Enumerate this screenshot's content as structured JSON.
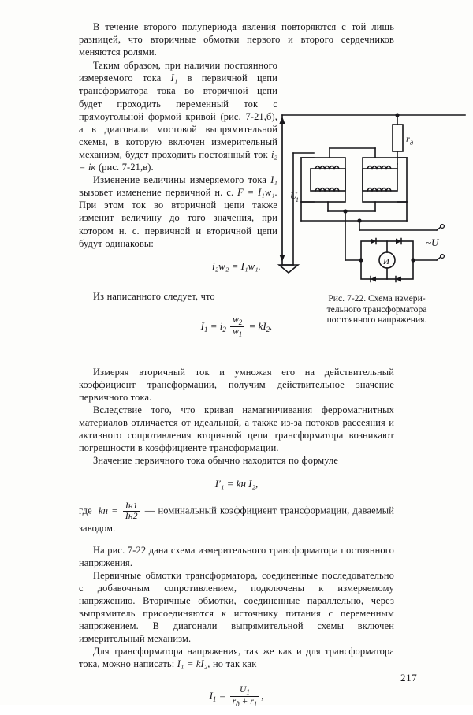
{
  "document": {
    "language": "ru",
    "page_number": "217"
  },
  "body": {
    "p1": "В течение второго полупериода явления повторяются с той лишь разницей, что вторичные обмотки первого и второго сердечников меняются ролями.",
    "p2_a": "Таким образом, при наличии постоянного измеряемого тока",
    "p2_b": "в первичной цепи трансформатора тока во вторичной цепи будет проходить переменный ток с прямоугольной формой кривой (рис. 7-21,б), а в диагонали мостовой выпрямительной схемы, в которую включен измерительный механизм, будет проходить постоянный ток",
    "p2_c": "(рис. 7-21,в).",
    "p3_a": "Изменение величины измеряемого тока",
    "p3_b": "вызовет изменение первичной н. с.",
    "p3_c": "При этом ток во вторичной цепи также изменит величину до того значения, при котором н. с. первичной и вторичной цепи будут одинаковы:",
    "p4": "Из написанного следует, что",
    "p5": "Измеряя вторичный ток и умножая его на действительный коэффициент трансформации, получим действительное значение первичного тока.",
    "p6": "Вследствие того, что кривая намагничивания ферромагнитных материалов отличается от идеальной, а также из-за потоков рассеяния и активного сопротивления вторичной цепи трансформатора возникают погрешности в коэффициенте трансформации.",
    "p7": "Значение первичного тока обычно находится по формуле",
    "p8_lead": "где",
    "p8_tail": "— номинальный коэффициент трансформации, даваемый заводом.",
    "p9": "На рис. 7-22 дана схема измерительного трансформатора постоянного напряжения.",
    "p10": "Первичные обмотки трансформатора, соединенные последовательно с добавочным сопротивлением, подключены к измеряемому напряжению. Вторичные обмотки, соединенные параллельно, через выпрямитель присоединяются к источнику питания с переменным напряжением. В диагонали выпрямительной схемы включен измерительный механизм.",
    "p11_a": "Для трансформатора напряжения, так же как и для трансформатора тока, можно написать:",
    "p11_b": "но так как"
  },
  "equations": {
    "eq_i2w2": {
      "lhs": "i",
      "lhs_sub": "2",
      "w_a": "w",
      "w_a_sub": "2",
      "rhs": "I",
      "rhs_sub": "1",
      "w_b": "w",
      "w_b_sub": "1",
      "text": "i₂w₂ = I₁w₁."
    },
    "eq_I1": {
      "text": "I₁ = i₂ (w₂/w₁) = kI₂."
    },
    "eq_I1prime": {
      "text": "I′₁ = kн I₂,"
    },
    "eq_kn": {
      "text": "kн = Iн1 / Iн2"
    },
    "eq_inline_I1kI2": {
      "text": "I₁ = kI₂,"
    },
    "eq_final": {
      "text": "I₁ = U₁ / (rд + r₁),"
    }
  },
  "inline_symbols": {
    "I1": "I₁",
    "i2_ik": "i₂ = iк",
    "F_eq": "F = I₁w₁."
  },
  "figure": {
    "caption_line1": "Рис.  7-22.  Схема  измери-",
    "caption_line2": "тельного      трансформатора",
    "caption_line3": "постоянного  напряжения.",
    "labels": {
      "input_voltage": "U₁",
      "added_resistor": "rд",
      "ac_supply": "~U",
      "instrument": "И"
    },
    "elements": {
      "core_left": "transformer-core-left",
      "core_right": "transformer-core-right",
      "rectifier": "bridge-rectifier",
      "ground": "ground-symbol"
    }
  },
  "colors": {
    "ink": "#17161a",
    "paper": "#fdfdfb"
  }
}
